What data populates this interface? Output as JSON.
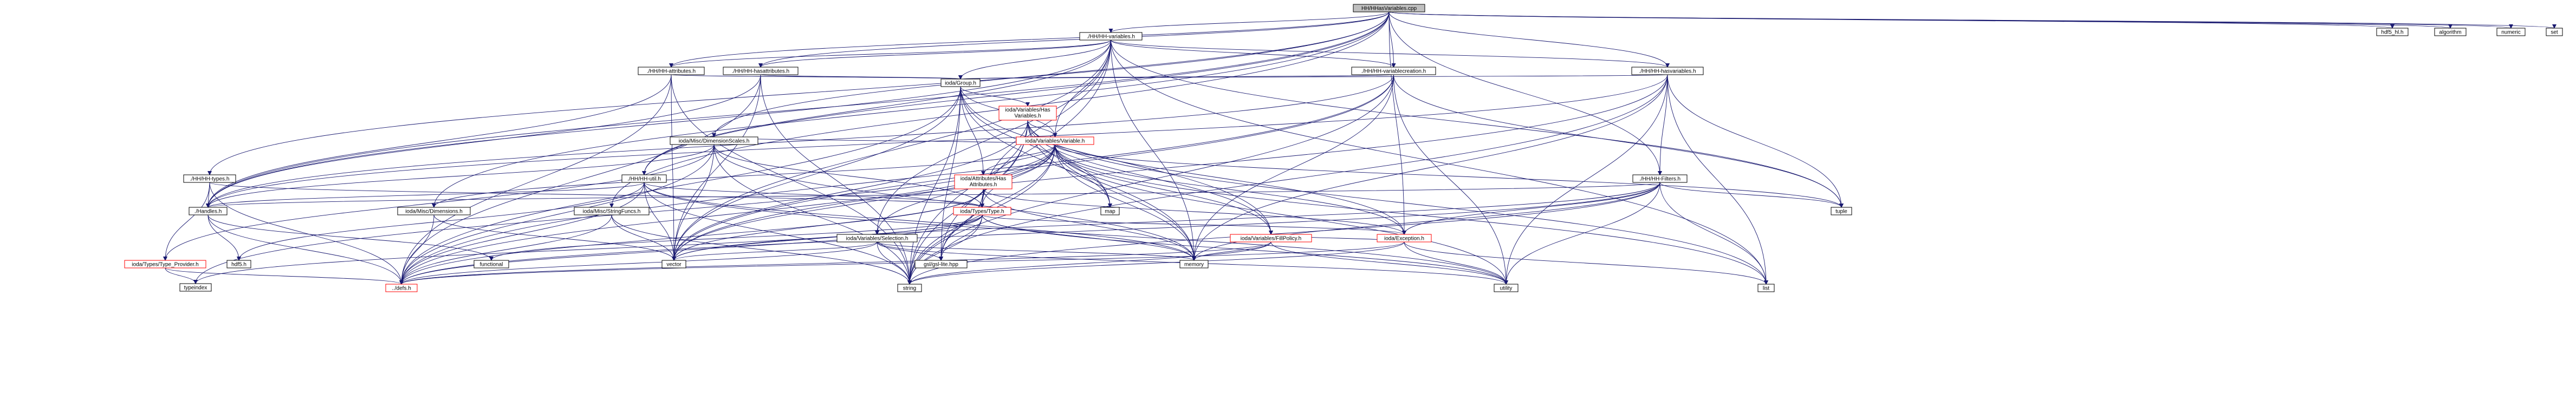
{
  "colors": {
    "background": "#ffffff",
    "root_fill": "#bfbfbf",
    "node_fill": "#ffffff",
    "node_stroke_default": "#000000",
    "node_stroke_truncated": "#ff0000",
    "edge": "#191970",
    "text": "#000000"
  },
  "nodes": [
    {
      "id": "root",
      "label": "HH/HHasVariables.cpp",
      "style": "root"
    },
    {
      "id": "hh_variables",
      "label": "./HH/HH-variables.h",
      "style": "normal"
    },
    {
      "id": "hh_attributes",
      "label": "./HH/HH-attributes.h",
      "style": "normal"
    },
    {
      "id": "hh_hasattributes",
      "label": "./HH/HH-hasattributes.h",
      "style": "normal"
    },
    {
      "id": "hh_variablecreation",
      "label": "./HH/HH-variablecreation.h",
      "style": "normal"
    },
    {
      "id": "hh_hasvariables",
      "label": "./HH/HH-hasvariables.h",
      "style": "normal"
    },
    {
      "id": "group",
      "label": "ioda/Group.h",
      "style": "normal"
    },
    {
      "id": "has_variables",
      "label": "ioda/Variables/Has\nVariables.h",
      "style": "truncated"
    },
    {
      "id": "dimscales",
      "label": "ioda/Misc/DimensionScales.h",
      "style": "normal"
    },
    {
      "id": "variable",
      "label": "ioda/Variables/Variable.h",
      "style": "truncated"
    },
    {
      "id": "hh_types",
      "label": "./HH/HH-types.h",
      "style": "normal"
    },
    {
      "id": "hh_util",
      "label": "./HH/HH-util.h",
      "style": "normal"
    },
    {
      "id": "has_attributes",
      "label": "ioda/Attributes/Has\nAttributes.h",
      "style": "truncated"
    },
    {
      "id": "hh_filters",
      "label": "./HH/HH-Filters.h",
      "style": "normal"
    },
    {
      "id": "handles",
      "label": "./Handles.h",
      "style": "normal"
    },
    {
      "id": "dimensions",
      "label": "ioda/Misc/Dimensions.h",
      "style": "normal"
    },
    {
      "id": "stringfuncs",
      "label": "ioda/Misc/StringFuncs.h",
      "style": "normal"
    },
    {
      "id": "types_type",
      "label": "ioda/Types/Type.h",
      "style": "truncated"
    },
    {
      "id": "selection",
      "label": "ioda/Variables/Selection.h",
      "style": "normal"
    },
    {
      "id": "fillpolicy",
      "label": "ioda/Variables/FillPolicy.h",
      "style": "truncated"
    },
    {
      "id": "type_provider",
      "label": "ioda/Types/Type_Provider.h",
      "style": "truncated"
    },
    {
      "id": "hdf5_h",
      "label": "hdf5.h",
      "style": "normal"
    },
    {
      "id": "functional",
      "label": "functional",
      "style": "normal"
    },
    {
      "id": "vector",
      "label": "vector",
      "style": "normal"
    },
    {
      "id": "gsl",
      "label": "gsl/gsl-lite.hpp",
      "style": "normal"
    },
    {
      "id": "memory",
      "label": "memory",
      "style": "normal"
    },
    {
      "id": "exception",
      "label": "ioda/Exception.h",
      "style": "truncated"
    },
    {
      "id": "map",
      "label": "map",
      "style": "normal"
    },
    {
      "id": "tuple",
      "label": "tuple",
      "style": "normal"
    },
    {
      "id": "typeindex",
      "label": "typeindex",
      "style": "normal"
    },
    {
      "id": "defs",
      "label": "../defs.h",
      "style": "truncated"
    },
    {
      "id": "string",
      "label": "string",
      "style": "normal"
    },
    {
      "id": "utility",
      "label": "utility",
      "style": "normal"
    },
    {
      "id": "list",
      "label": "list",
      "style": "normal"
    },
    {
      "id": "hdf5_hl",
      "label": "hdf5_hl.h",
      "style": "normal"
    },
    {
      "id": "algorithm",
      "label": "algorithm",
      "style": "normal"
    },
    {
      "id": "numeric",
      "label": "numeric",
      "style": "normal"
    },
    {
      "id": "set",
      "label": "set",
      "style": "normal"
    }
  ],
  "edges": [
    [
      "root",
      "hh_variables"
    ],
    [
      "root",
      "hh_attributes"
    ],
    [
      "root",
      "hh_hasattributes"
    ],
    [
      "root",
      "hh_variablecreation"
    ],
    [
      "root",
      "hh_hasvariables"
    ],
    [
      "root",
      "dimscales"
    ],
    [
      "root",
      "hh_types"
    ],
    [
      "root",
      "hh_util"
    ],
    [
      "root",
      "handles"
    ],
    [
      "root",
      "dimensions"
    ],
    [
      "root",
      "stringfuncs"
    ],
    [
      "root",
      "exception"
    ],
    [
      "root",
      "hdf5_hl"
    ],
    [
      "root",
      "algorithm"
    ],
    [
      "root",
      "numeric"
    ],
    [
      "root",
      "set"
    ],
    [
      "root",
      "hh_filters"
    ],
    [
      "hh_variables",
      "hh_attributes"
    ],
    [
      "hh_variables",
      "hh_hasattributes"
    ],
    [
      "hh_variables",
      "hh_variablecreation"
    ],
    [
      "hh_variables",
      "hh_hasvariables"
    ],
    [
      "hh_variables",
      "group"
    ],
    [
      "hh_variables",
      "variable"
    ],
    [
      "hh_variables",
      "handles"
    ],
    [
      "hh_variables",
      "types_type"
    ],
    [
      "hh_variables",
      "selection"
    ],
    [
      "hh_variables",
      "vector"
    ],
    [
      "hh_variables",
      "memory"
    ],
    [
      "hh_variables",
      "string"
    ],
    [
      "hh_variables",
      "tuple"
    ],
    [
      "hh_variables",
      "list"
    ],
    [
      "hh_variables",
      "hh_util"
    ],
    [
      "hh_attributes",
      "group"
    ],
    [
      "hh_attributes",
      "handles"
    ],
    [
      "hh_attributes",
      "vector"
    ],
    [
      "hh_attributes",
      "string"
    ],
    [
      "hh_attributes",
      "defs"
    ],
    [
      "hh_hasattributes",
      "group"
    ],
    [
      "hh_hasattributes",
      "handles"
    ],
    [
      "hh_hasattributes",
      "vector"
    ],
    [
      "hh_hasattributes",
      "string"
    ],
    [
      "hh_hasattributes",
      "defs"
    ],
    [
      "hh_variablecreation",
      "group"
    ],
    [
      "hh_variablecreation",
      "handles"
    ],
    [
      "hh_variablecreation",
      "vector"
    ],
    [
      "hh_variablecreation",
      "memory"
    ],
    [
      "hh_variablecreation",
      "string"
    ],
    [
      "hh_variablecreation",
      "utility"
    ],
    [
      "hh_variablecreation",
      "tuple"
    ],
    [
      "hh_variablecreation",
      "defs"
    ],
    [
      "hh_hasvariables",
      "group"
    ],
    [
      "hh_hasvariables",
      "handles"
    ],
    [
      "hh_hasvariables",
      "hh_filters"
    ],
    [
      "hh_hasvariables",
      "vector"
    ],
    [
      "hh_hasvariables",
      "string"
    ],
    [
      "hh_hasvariables",
      "tuple"
    ],
    [
      "hh_hasvariables",
      "list"
    ],
    [
      "hh_hasvariables",
      "utility"
    ],
    [
      "hh_hasvariables",
      "memory"
    ],
    [
      "group",
      "has_variables"
    ],
    [
      "group",
      "variable"
    ],
    [
      "group",
      "has_attributes"
    ],
    [
      "group",
      "fillpolicy"
    ],
    [
      "group",
      "vector"
    ],
    [
      "group",
      "memory"
    ],
    [
      "group",
      "string"
    ],
    [
      "group",
      "map"
    ],
    [
      "group",
      "gsl"
    ],
    [
      "group",
      "defs"
    ],
    [
      "has_variables",
      "variable"
    ],
    [
      "has_variables",
      "types_type"
    ],
    [
      "has_variables",
      "fillpolicy"
    ],
    [
      "has_variables",
      "exception"
    ],
    [
      "has_variables",
      "map"
    ],
    [
      "has_variables",
      "memory"
    ],
    [
      "has_variables",
      "string"
    ],
    [
      "has_variables",
      "vector"
    ],
    [
      "has_variables",
      "gsl"
    ],
    [
      "has_variables",
      "list"
    ],
    [
      "dimscales",
      "variable"
    ],
    [
      "dimscales",
      "types_type"
    ],
    [
      "dimscales",
      "type_provider"
    ],
    [
      "dimscales",
      "memory"
    ],
    [
      "dimscales",
      "string"
    ],
    [
      "dimscales",
      "vector"
    ],
    [
      "dimscales",
      "defs"
    ],
    [
      "dimscales",
      "handles"
    ],
    [
      "variable",
      "has_attributes"
    ],
    [
      "variable",
      "types_type"
    ],
    [
      "variable",
      "selection"
    ],
    [
      "variable",
      "fillpolicy"
    ],
    [
      "variable",
      "dimensions"
    ],
    [
      "variable",
      "exception"
    ],
    [
      "variable",
      "gsl"
    ],
    [
      "variable",
      "memory"
    ],
    [
      "variable",
      "string"
    ],
    [
      "variable",
      "vector"
    ],
    [
      "variable",
      "map"
    ],
    [
      "variable",
      "tuple"
    ],
    [
      "variable",
      "utility"
    ],
    [
      "variable",
      "list"
    ],
    [
      "variable",
      "defs"
    ],
    [
      "variable",
      "typeindex"
    ],
    [
      "hh_types",
      "handles"
    ],
    [
      "hh_types",
      "type_provider"
    ],
    [
      "hh_types",
      "types_type"
    ],
    [
      "hh_types",
      "defs"
    ],
    [
      "hh_util",
      "handles"
    ],
    [
      "hh_util",
      "types_type"
    ],
    [
      "hh_util",
      "vector"
    ],
    [
      "hh_util",
      "string"
    ],
    [
      "hh_util",
      "utility"
    ],
    [
      "hh_util",
      "hdf5_h"
    ],
    [
      "hh_util",
      "memory"
    ],
    [
      "hh_util",
      "defs"
    ],
    [
      "has_attributes",
      "types_type"
    ],
    [
      "has_attributes",
      "exception"
    ],
    [
      "has_attributes",
      "gsl"
    ],
    [
      "has_attributes",
      "memory"
    ],
    [
      "has_attributes",
      "string"
    ],
    [
      "has_attributes",
      "vector"
    ],
    [
      "has_attributes",
      "defs"
    ],
    [
      "hh_filters",
      "handles"
    ],
    [
      "hh_filters",
      "exception"
    ],
    [
      "hh_filters",
      "vector"
    ],
    [
      "hh_filters",
      "string"
    ],
    [
      "hh_filters",
      "memory"
    ],
    [
      "hh_filters",
      "tuple"
    ],
    [
      "hh_filters",
      "utility"
    ],
    [
      "hh_filters",
      "list"
    ],
    [
      "hh_filters",
      "defs"
    ],
    [
      "handles",
      "hdf5_h"
    ],
    [
      "handles",
      "functional"
    ],
    [
      "handles",
      "defs"
    ],
    [
      "dimensions",
      "vector"
    ],
    [
      "dimensions",
      "defs"
    ],
    [
      "stringfuncs",
      "vector"
    ],
    [
      "stringfuncs",
      "string"
    ],
    [
      "stringfuncs",
      "defs"
    ],
    [
      "types_type",
      "functional"
    ],
    [
      "types_type",
      "vector"
    ],
    [
      "types_type",
      "gsl"
    ],
    [
      "types_type",
      "memory"
    ],
    [
      "types_type",
      "exception"
    ],
    [
      "types_type",
      "typeindex"
    ],
    [
      "types_type",
      "defs"
    ],
    [
      "types_type",
      "string"
    ],
    [
      "types_type",
      "utility"
    ],
    [
      "selection",
      "vector"
    ],
    [
      "selection",
      "string"
    ],
    [
      "selection",
      "utility"
    ],
    [
      "selection",
      "memory"
    ],
    [
      "selection",
      "gsl"
    ],
    [
      "selection",
      "defs"
    ],
    [
      "fillpolicy",
      "exception"
    ],
    [
      "fillpolicy",
      "memory"
    ],
    [
      "fillpolicy",
      "string"
    ],
    [
      "fillpolicy",
      "defs"
    ],
    [
      "fillpolicy",
      "utility"
    ],
    [
      "type_provider",
      "typeindex"
    ],
    [
      "type_provider",
      "defs"
    ],
    [
      "exception",
      "defs"
    ],
    [
      "exception",
      "string"
    ],
    [
      "exception",
      "utility"
    ],
    [
      "exception",
      "list"
    ]
  ]
}
